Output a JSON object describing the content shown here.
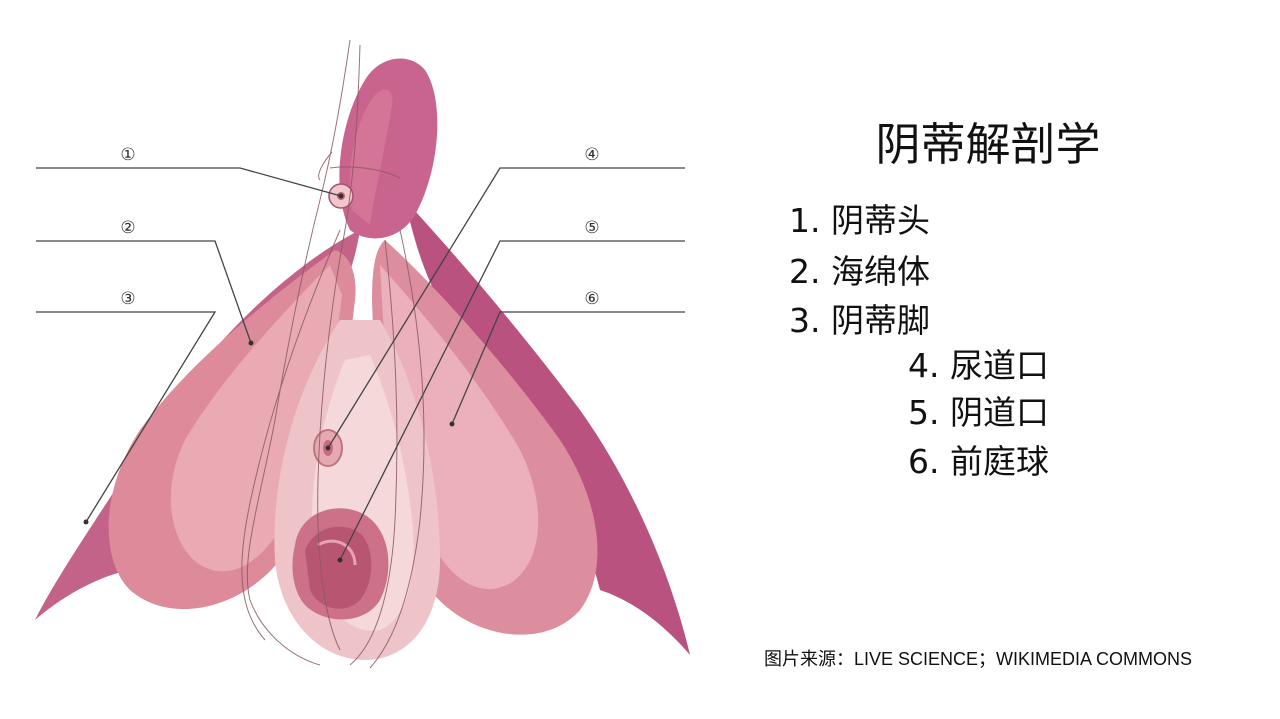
{
  "title": "阴蒂解剖学",
  "legend": [
    {
      "marker": "1.",
      "label": "阴蒂头"
    },
    {
      "marker": "2.",
      "label": "海绵体"
    },
    {
      "marker": "3.",
      "label": "阴蒂脚"
    },
    {
      "marker": "4.",
      "label": "尿道口"
    },
    {
      "marker": "5.",
      "label": "阴道口"
    },
    {
      "marker": "6.",
      "label": "前庭球"
    }
  ],
  "callouts": [
    "①",
    "②",
    "③",
    "④",
    "⑤",
    "⑥"
  ],
  "credit": "图片来源：LIVE SCIENCE；WIKIMEDIA COMMONS",
  "colors": {
    "crura_outer": "#b75484",
    "crura_inner": "#d4748f",
    "bulb": "#e3a0ab",
    "bulb_light": "#efc3c8",
    "tissue": "#f2d3d4",
    "leader": "#444444"
  }
}
